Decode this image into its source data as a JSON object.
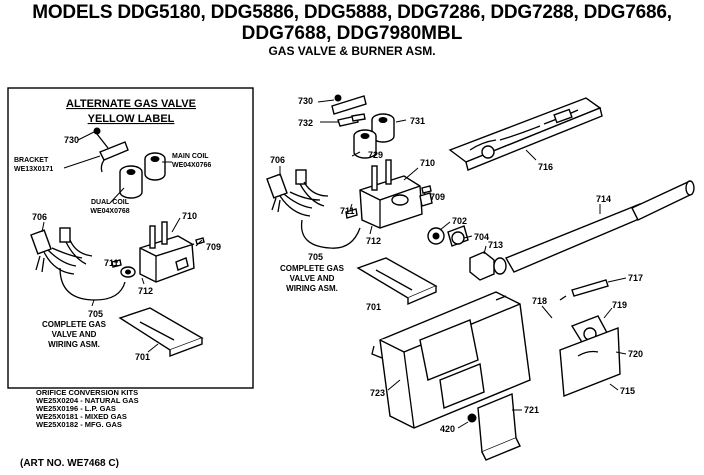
{
  "header": {
    "models_line1": "MODELS DDG5180, DDG5886, DDG5888, DDG7286, DDG7288, DDG7686,",
    "models_line2": "DDG7688, DDG7980MBL",
    "subtitle": "GAS VALVE & BURNER ASM."
  },
  "inset": {
    "title_line1": "ALTERNATE GAS VALVE",
    "title_line2": "YELLOW LABEL",
    "bracket_label_1": "BRACKET",
    "bracket_label_2": "WE13X0171",
    "main_coil_1": "MAIN COIL",
    "main_coil_2": "WE04X0766",
    "dual_coil_1": "DUAL COIL",
    "dual_coil_2": "WE04X0768",
    "complete_1": "COMPLETE GAS",
    "complete_2": "VALVE AND",
    "complete_3": "WIRING ASM."
  },
  "main_complete": {
    "line1": "COMPLETE GAS",
    "line2": "VALVE AND",
    "line3": "WIRING ASM."
  },
  "part_numbers": {
    "p730a": "730",
    "p706a": "706",
    "p710a": "710",
    "p709a": "709",
    "p711a": "711",
    "p712a": "712",
    "p705a": "705",
    "p701a": "701",
    "p730": "730",
    "p732": "732",
    "p731": "731",
    "p729": "729",
    "p706": "706",
    "p710": "710",
    "p709": "709",
    "p711": "711",
    "p712": "712",
    "p702": "702",
    "p704": "704",
    "p713": "713",
    "p705": "705",
    "p701": "701",
    "p716": "716",
    "p714": "714",
    "p717": "717",
    "p718": "718",
    "p719": "719",
    "p720": "720",
    "p715": "715",
    "p723": "723",
    "p721": "721",
    "p420": "420"
  },
  "kits": {
    "heading": "ORIFICE CONVERSION KITS",
    "k1": "WE25X0204 - NATURAL GAS",
    "k2": "WE25X0196 - L.P. GAS",
    "k3": "WE25X0181 - MIXED GAS",
    "k4": "WE25X0182 - MFG. GAS"
  },
  "art_no": "(ART NO. WE7468 C)"
}
